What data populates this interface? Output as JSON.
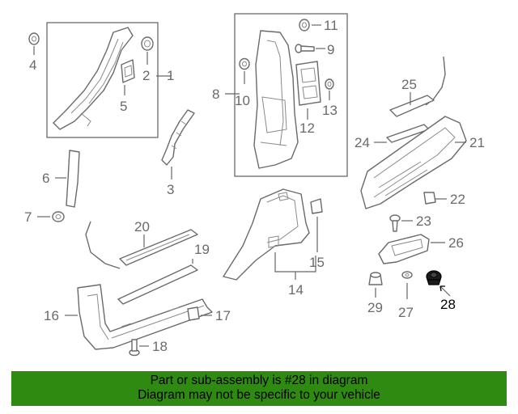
{
  "callouts": {
    "c1": "1",
    "c2": "2",
    "c3": "3",
    "c4": "4",
    "c5": "5",
    "c6": "6",
    "c7": "7",
    "c8": "8",
    "c9": "9",
    "c10": "10",
    "c11": "11",
    "c12": "12",
    "c13": "13",
    "c14": "14",
    "c15": "15",
    "c16": "16",
    "c17": "17",
    "c18": "18",
    "c19": "19",
    "c20": "20",
    "c21": "21",
    "c22": "22",
    "c23": "23",
    "c24": "24",
    "c25": "25",
    "c26": "26",
    "c27": "27",
    "c28": "28",
    "c29": "29"
  },
  "highlighted_part": "28",
  "colors": {
    "banner": "#2f8a12",
    "line_art": "#6a6a6a",
    "highlight": "#000000"
  },
  "banner": {
    "line1": "Part or sub-assembly is #28 in diagram",
    "line2": "Diagram may not be specific to your vehicle"
  }
}
